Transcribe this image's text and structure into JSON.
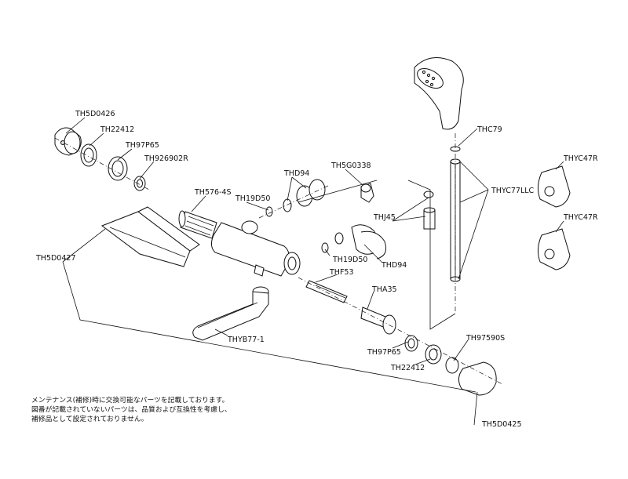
{
  "parts": {
    "th5d0426_top": "TH5D0426",
    "th22412_top": "TH22412",
    "th97p65_top": "TH97P65",
    "th926902r": "TH926902R",
    "th5d0427": "TH5D0427",
    "th576_4s": "TH576-4S",
    "th19d50_top": "TH19D50",
    "thd94_top": "THD94",
    "th5g0338": "TH5G0338",
    "thj45": "THJ45",
    "th19d50_mid": "TH19D50",
    "thd94_mid": "THD94",
    "thf53": "THF53",
    "tha35": "THA35",
    "thyb77_1": "THYB77-1",
    "th97p65_bottom": "TH97P65",
    "th22412_bottom": "TH22412",
    "th97590s": "TH97590S",
    "th5d0425": "TH5D0425",
    "thc79": "THC79",
    "thyc77llc": "THYC77LLC",
    "thyc47r_top": "THYC47R",
    "thyc47r_bottom": "THYC47R"
  },
  "note": {
    "line1": "メンテナンス(補修)時に交換可能なパーツを記載しております。",
    "line2": "図番が記載されていないパーツは、品質および互換性を考慮し、",
    "line3": "補修品として設定されておりません。"
  }
}
